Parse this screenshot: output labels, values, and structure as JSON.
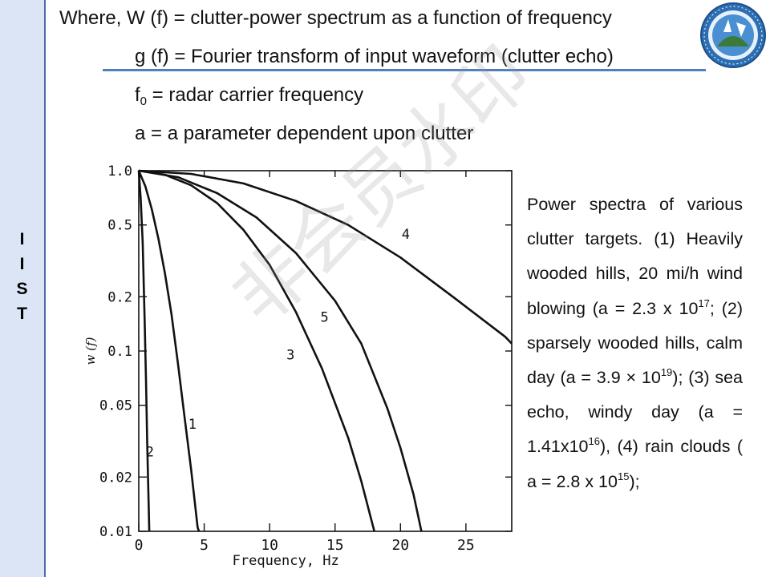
{
  "sidebar": {
    "letters": [
      "I",
      "I",
      "S",
      "T"
    ]
  },
  "definitions": {
    "line1": "Where, W (f) = clutter-power spectrum as a function of frequency",
    "line2": "g (f) = Fourier transform of input waveform (clutter echo)",
    "line3_main": "f",
    "line3_sub": "0",
    "line3_rest": " = radar carrier frequency",
    "line4": "a = a parameter dependent upon clutter"
  },
  "caption": {
    "title": "Power spectra of various clutter targets.",
    "c1a": "(1) Heavily wooded hills, 20 mi/h wind blowing (a = 2.3 x 10",
    "c1exp": "17",
    "c2a": "; (2) sparsely wooded hills, calm day (a = 3.9 × 10",
    "c2exp": "19",
    "c3a": "); (3) sea echo, windy day (a = 1.41x10",
    "c3exp": "16",
    "c4a": "), (4) rain clouds ( a = 2.8 x 10",
    "c4exp": "15",
    "c4b": ");"
  },
  "watermark": "非会员水印",
  "colors": {
    "sidebar_bg": "#dbe5f5",
    "rule": "#4f7fbf"
  },
  "chart_data": {
    "type": "line",
    "xlabel": "Frequency, Hz",
    "ylabel": "w (f)",
    "x_ticks": [
      0,
      5,
      10,
      15,
      20,
      25
    ],
    "y_ticks": [
      0.01,
      0.02,
      0.05,
      0.1,
      0.2,
      0.5,
      1.0
    ],
    "y_tick_labels": [
      "0.01",
      "0.02",
      "0.05",
      "0.1",
      "0.2",
      "0.5",
      "1.0"
    ],
    "xlim": [
      0,
      28.5
    ],
    "ylim": [
      0.01,
      1.0
    ],
    "y_scale": "log",
    "series": [
      {
        "name": "1",
        "points": [
          [
            0,
            1.0
          ],
          [
            0.5,
            0.82
          ],
          [
            1,
            0.61
          ],
          [
            1.5,
            0.42
          ],
          [
            2,
            0.27
          ],
          [
            2.5,
            0.16
          ],
          [
            3,
            0.085
          ],
          [
            3.5,
            0.043
          ],
          [
            4,
            0.022
          ],
          [
            4.5,
            0.0105
          ],
          [
            4.6,
            0.01
          ]
        ]
      },
      {
        "name": "2",
        "points": [
          [
            0,
            1.0
          ],
          [
            0.15,
            0.7
          ],
          [
            0.3,
            0.4
          ],
          [
            0.45,
            0.15
          ],
          [
            0.55,
            0.07
          ],
          [
            0.65,
            0.03
          ],
          [
            0.75,
            0.015
          ],
          [
            0.8,
            0.01
          ]
        ]
      },
      {
        "name": "3",
        "points": [
          [
            0,
            1.0
          ],
          [
            2,
            0.95
          ],
          [
            4,
            0.83
          ],
          [
            6,
            0.66
          ],
          [
            8,
            0.47
          ],
          [
            10,
            0.3
          ],
          [
            12,
            0.165
          ],
          [
            14,
            0.08
          ],
          [
            16,
            0.033
          ],
          [
            17,
            0.019
          ],
          [
            18,
            0.01
          ]
        ]
      },
      {
        "name": "4",
        "points": [
          [
            0,
            1.0
          ],
          [
            4,
            0.96
          ],
          [
            8,
            0.85
          ],
          [
            12,
            0.68
          ],
          [
            16,
            0.5
          ],
          [
            20,
            0.33
          ],
          [
            24,
            0.2
          ],
          [
            28,
            0.12
          ],
          [
            28.5,
            0.11
          ]
        ]
      },
      {
        "name": "5",
        "points": [
          [
            0,
            1.0
          ],
          [
            3,
            0.92
          ],
          [
            6,
            0.75
          ],
          [
            9,
            0.55
          ],
          [
            12,
            0.35
          ],
          [
            15,
            0.19
          ],
          [
            17,
            0.11
          ],
          [
            19,
            0.048
          ],
          [
            20,
            0.029
          ],
          [
            21,
            0.016
          ],
          [
            21.6,
            0.01
          ]
        ]
      }
    ],
    "curve_labels": [
      {
        "text": "1",
        "x": 4.1,
        "y": 0.037
      },
      {
        "text": "2",
        "x": 0.85,
        "y": 0.026
      },
      {
        "text": "3",
        "x": 11.6,
        "y": 0.09
      },
      {
        "text": "4",
        "x": 20.4,
        "y": 0.42
      },
      {
        "text": "5",
        "x": 14.2,
        "y": 0.145
      }
    ]
  }
}
